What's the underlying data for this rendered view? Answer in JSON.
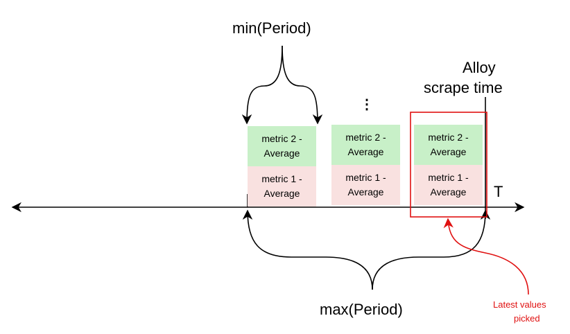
{
  "labels": {
    "min_period": "min(Period)",
    "max_period": "max(Period)",
    "scrape_time_line1": "Alloy",
    "scrape_time_line2": "scrape time",
    "time_axis": "T",
    "ellipsis": "⋮",
    "latest_line1": "Latest values",
    "latest_line2": "picked"
  },
  "periods": [
    {
      "metric2": "metric 2 - Average",
      "metric1": "metric 1 - Average"
    },
    {
      "metric2": "metric 2 - Average",
      "metric1": "metric 1 - Average"
    },
    {
      "metric2": "metric 2 - Average",
      "metric1": "metric 1 - Average"
    }
  ],
  "colors": {
    "metric2_fill": "#c8f0c8",
    "metric1_fill": "#f9e1e0",
    "highlight": "#e01010",
    "line": "#000000"
  }
}
